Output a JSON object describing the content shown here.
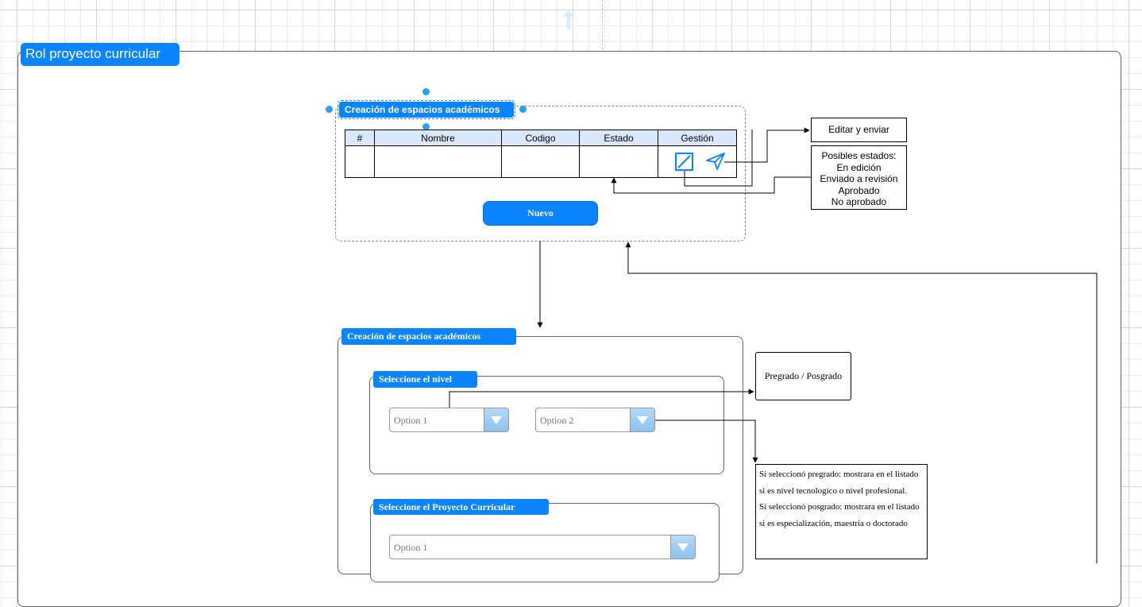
{
  "diagram": {
    "outer_title": "Rol proyecto curricular",
    "list_panel": {
      "title": "Creación de espacios académicos",
      "columns": [
        "#",
        "Nombre",
        "Codigo",
        "Estado",
        "Gestión"
      ],
      "new_button": "Nuevo",
      "icons": [
        "edit-icon",
        "send-icon"
      ]
    },
    "notes": {
      "edit_send": "Editar y enviar",
      "states": [
        "Posibles estados:",
        "En edición",
        "Enviado a revisión",
        "Aprobado",
        "No aprobado"
      ],
      "level": "Pregrado / Posgrado",
      "description": [
        "Si seleccionó pregrado: mostrara en el listado si es nivel tecnologico o nivel profesional.",
        "Sí seleccionó posgrado: mostrara en el listado si es especialización, maestria o doctorado"
      ]
    },
    "form_panel": {
      "title": "Creación de espacios académicos",
      "level_group": {
        "title": "Seleccione el nivel",
        "select_1": "Option 1",
        "select_2": "Option 2"
      },
      "project_group": {
        "title": "Seleccione el Proyecto Curricular",
        "select_1": "Option 1"
      }
    },
    "colors": {
      "accent": "#0a84ff",
      "header_fill": "#dae8fc",
      "selection_handle": "#29a3f0"
    }
  }
}
